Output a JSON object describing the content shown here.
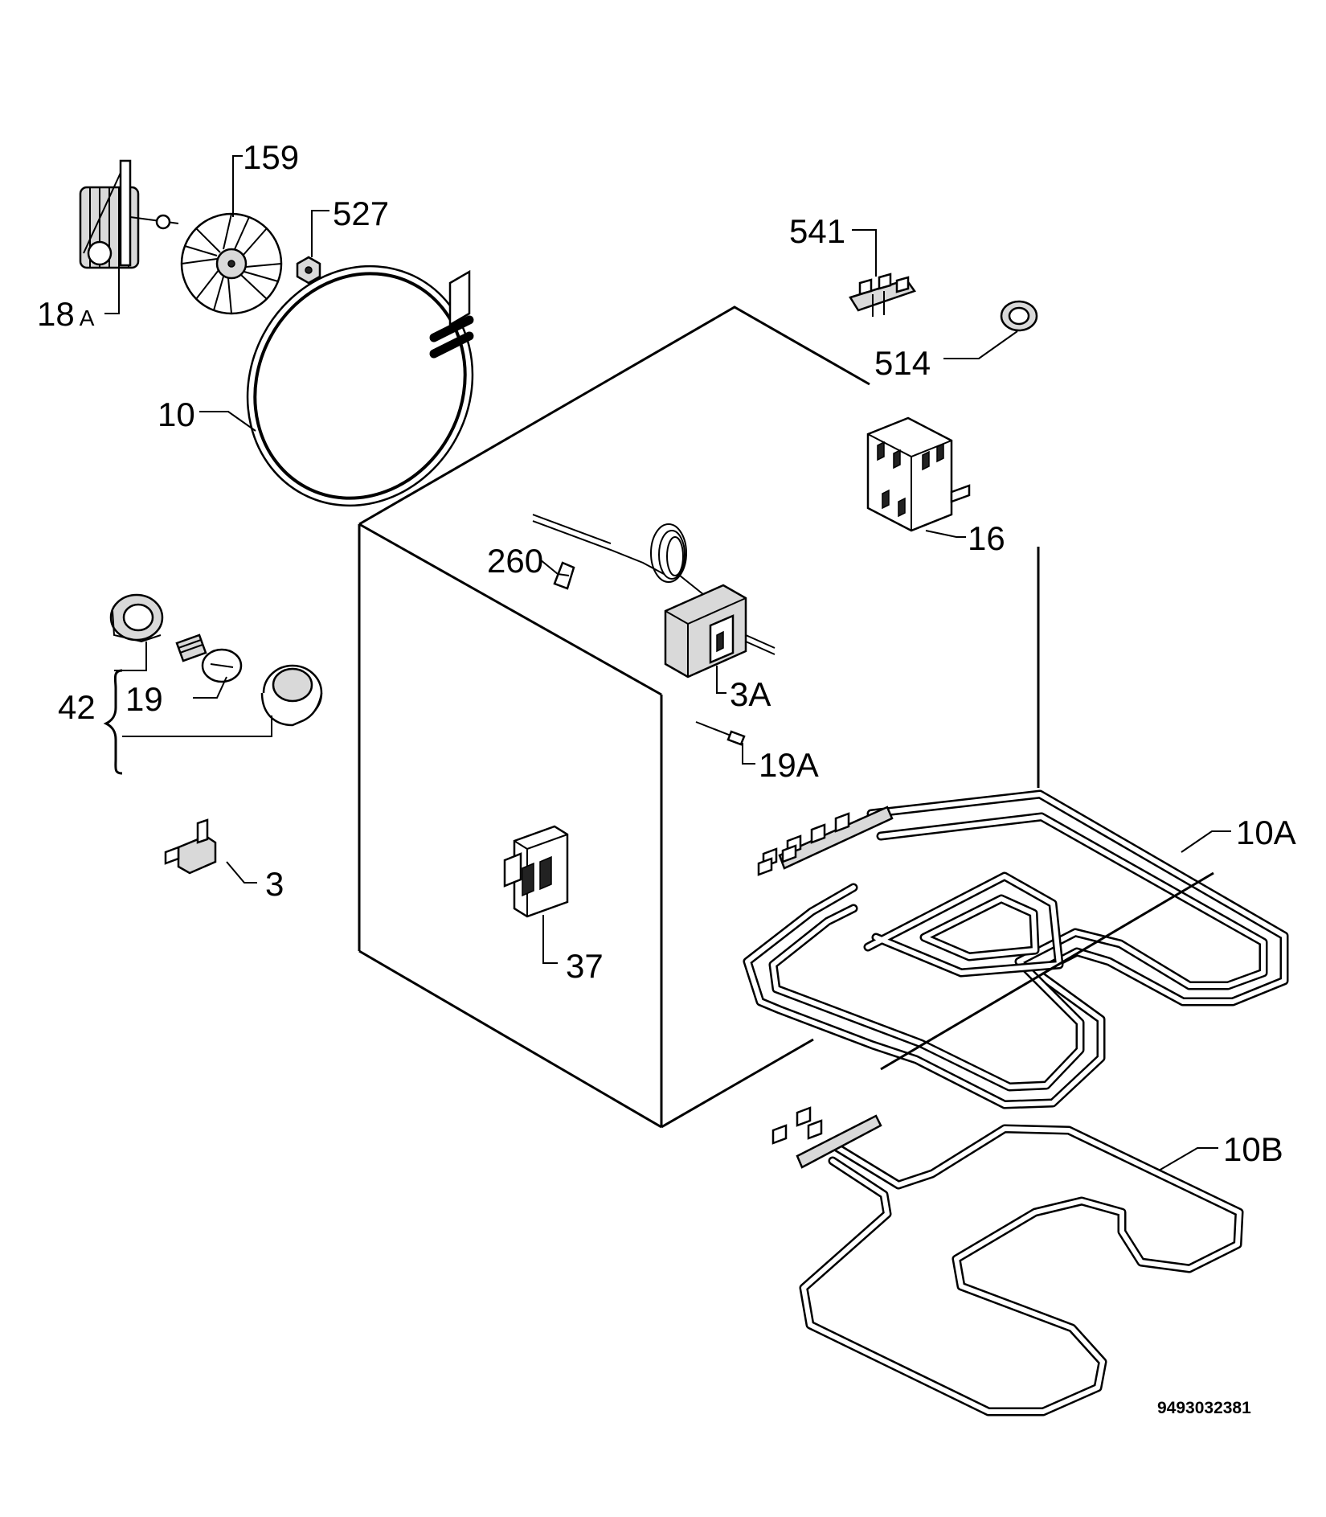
{
  "diagram": {
    "document_number": "9493032381",
    "labels": {
      "fan_motor": "18",
      "fan_motor_suffix": "A",
      "fan_blade": "159",
      "fan_nut": "527",
      "circular_element": "10",
      "switch_block": "541",
      "indicator_lamp": "514",
      "selector_switch": "16",
      "clip": "260",
      "thermostat": "3A",
      "lamp_group": "42",
      "lamp_bulb": "19",
      "lamp_sensor": "19A",
      "thermal_cutout": "3",
      "terminal_block": "37",
      "top_element": "10A",
      "bottom_element": "10B"
    }
  }
}
